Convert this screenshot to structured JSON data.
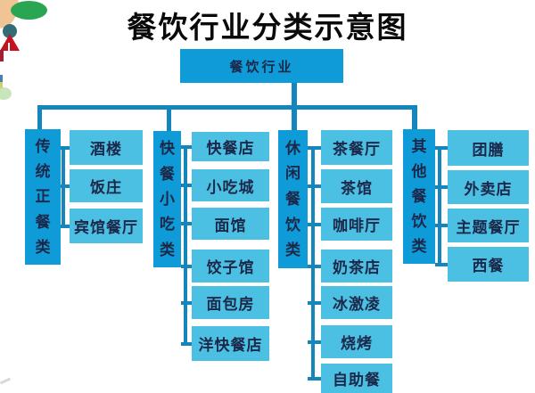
{
  "title": "餐饮行业分类示意图",
  "root_label": "餐饮行业",
  "branches": [
    {
      "label": "传统正餐类",
      "children": [
        "酒楼",
        "饭庄",
        "宾馆餐厅"
      ]
    },
    {
      "label": "快餐小吃类",
      "children": [
        "快餐店",
        "小吃城",
        "面馆",
        "饺子馆",
        "面包房",
        "洋快餐店"
      ]
    },
    {
      "label": "休闲餐饮类",
      "children": [
        "茶餐厅",
        "茶馆",
        "咖啡厅",
        "奶茶店",
        "冰激凌",
        "烧烤",
        "自助餐"
      ]
    },
    {
      "label": "其他餐饮类",
      "children": [
        "团膳",
        "外卖店",
        "主题餐厅",
        "西餐"
      ]
    }
  ],
  "colors": {
    "category_box": "#0f9bd7",
    "child_box": "#4cc0e3",
    "connector": "#1486bd",
    "box_text": "#1b2849",
    "title_text": "#0a0a0a"
  },
  "decoration": {
    "clipart_colors": {
      "peach": "#f0c494",
      "green": "#2aa652",
      "teal": "#336b77",
      "red": "#c41420",
      "dark_red": "#a01f30",
      "blue": "#4a7fae",
      "yellow": "#cfd06a",
      "pale_green": "#bfe0b0"
    }
  }
}
